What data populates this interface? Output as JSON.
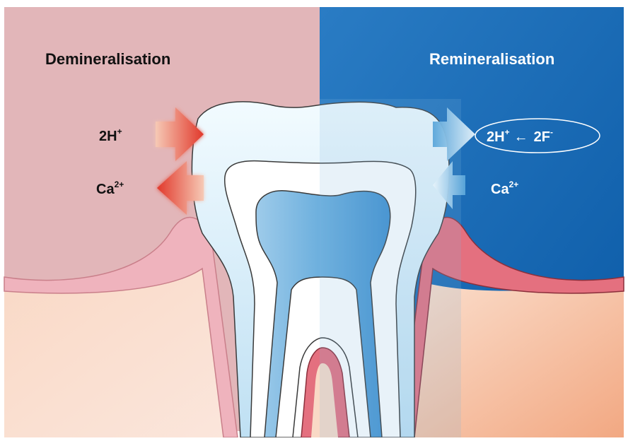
{
  "left_panel": {
    "title": "Demineralisation",
    "ion_top": {
      "base": "2H",
      "sup": "+"
    },
    "ion_bottom": {
      "base": "Ca",
      "sup": "2+"
    }
  },
  "right_panel": {
    "title": "Remineralisation",
    "exchange": {
      "left_base": "2H",
      "left_sup": "+",
      "arrow": "←",
      "right_base": "2F",
      "right_sup": "-"
    },
    "ion_bottom": {
      "base": "Ca",
      "sup": "2+"
    }
  },
  "colors": {
    "left_bg": "#e2b6b9",
    "right_bg": "#1c6db8",
    "gum": "#e77e8c",
    "bone": "#f7d0b8",
    "enamel": "#cde9f6",
    "pulp": "#5ea6d6",
    "red_arrow": "#e2463a",
    "blue_arrow": "#cfe6f5"
  }
}
